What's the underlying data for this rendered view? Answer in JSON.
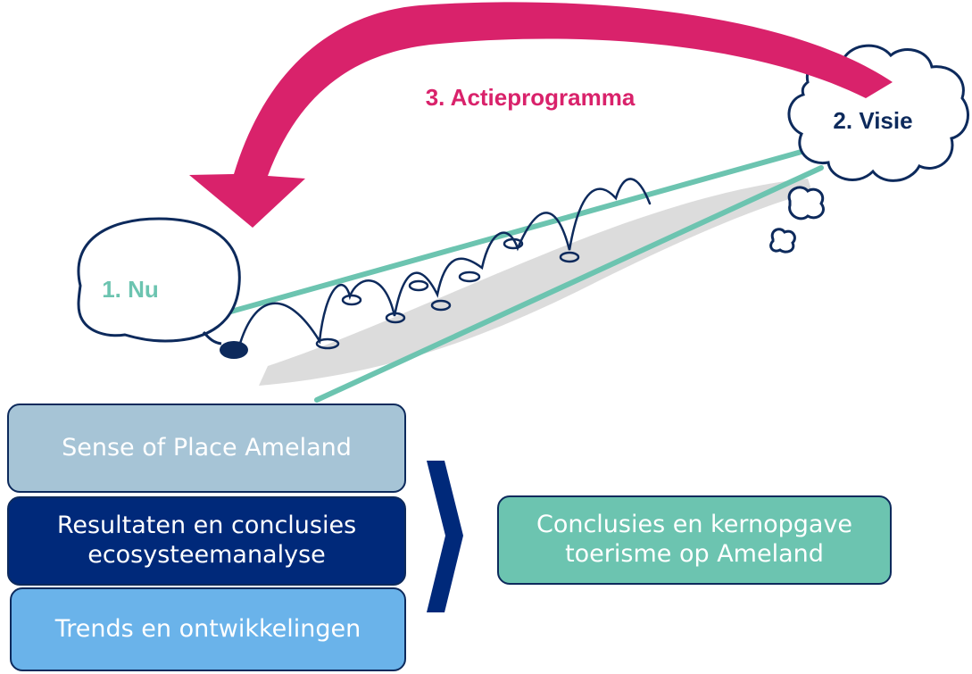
{
  "diagram": {
    "label_now": "1. Nu",
    "label_vision": "2. Visie",
    "label_action": "3. Actieprogramma",
    "boxes": [
      {
        "label": "Sense of Place Ameland",
        "fill": "#a6c4d6",
        "text_color": "#ffffff"
      },
      {
        "label": "Resultaten en conclusies\necosysteemanalyse",
        "fill": "#00297a",
        "text_color": "#ffffff"
      },
      {
        "label": "Trends en ontwikkelingen",
        "fill": "#6ab3ea",
        "text_color": "#ffffff"
      }
    ],
    "result_box": {
      "label": "Conclusies en kernopgave\ntoerisme op Ameland",
      "fill": "#6cc4b0",
      "text_color": "#ffffff"
    },
    "colors": {
      "arrow": "#d9226b",
      "track": "#6cc4b0",
      "outline": "#0d2a5c",
      "now_text": "#6cc4b0",
      "vision_text": "#0d2a5c",
      "action_text": "#d9226b",
      "shadow": "#d6d6d6"
    }
  }
}
